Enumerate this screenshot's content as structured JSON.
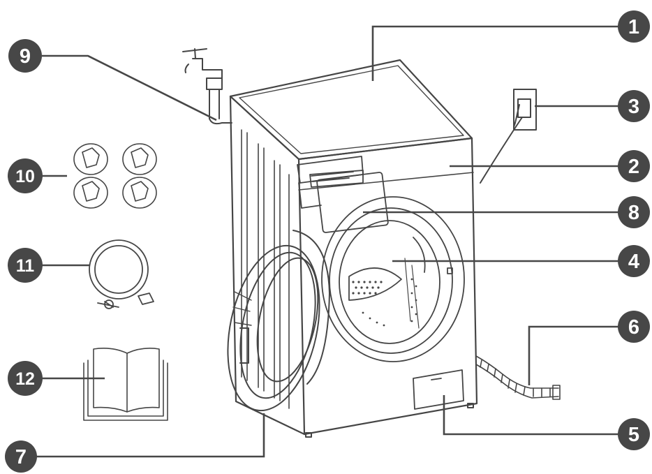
{
  "colors": {
    "ink": "#454545",
    "badge": "#474747",
    "badge_text": "#ffffff",
    "background": "#ffffff"
  },
  "callouts": [
    {
      "id": "c1",
      "label": "1"
    },
    {
      "id": "c2",
      "label": "2"
    },
    {
      "id": "c3",
      "label": "3"
    },
    {
      "id": "c4",
      "label": "4"
    },
    {
      "id": "c5",
      "label": "5"
    },
    {
      "id": "c6",
      "label": "6"
    },
    {
      "id": "c7",
      "label": "7"
    },
    {
      "id": "c8",
      "label": "8"
    },
    {
      "id": "c9",
      "label": "9"
    },
    {
      "id": "c10",
      "label": "10"
    },
    {
      "id": "c11",
      "label": "11"
    },
    {
      "id": "c12",
      "label": "12"
    }
  ]
}
